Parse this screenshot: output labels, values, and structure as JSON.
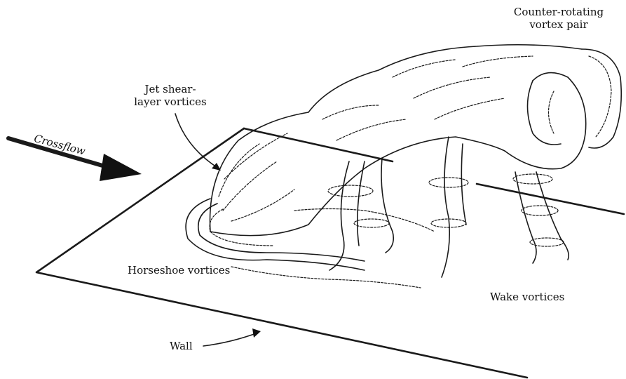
{
  "labels": {
    "counter_rotating": "Counter-rotating vortex pair",
    "jet_shear_layer": "Jet shear-layer vortices",
    "crossflow": "Crossflow",
    "horseshoe": "Horseshoe vortices",
    "wake": "Wake vortices",
    "wall": "Wall"
  }
}
